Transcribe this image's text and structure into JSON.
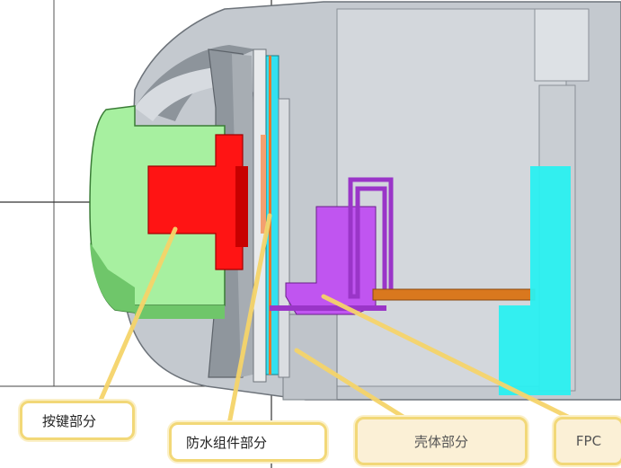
{
  "labels": {
    "button_part": "按键部分",
    "waterproof_part": "防水组件部分",
    "shell_part": "壳体部分",
    "fpc": "FPC"
  },
  "colors": {
    "housing": "#c4c9cf",
    "housing_dark": "#9aa1a8",
    "button_cap": "#a7f0a0",
    "button_cap_shadow": "#6fc66a",
    "button_core": "#ff1414",
    "waterproof_membrane": "#32e0f0",
    "bracket": "#c055f0",
    "fpc_strip": "#d9781e",
    "fpc_region": "#2af0f0",
    "leader_line": "#f5d46a"
  }
}
